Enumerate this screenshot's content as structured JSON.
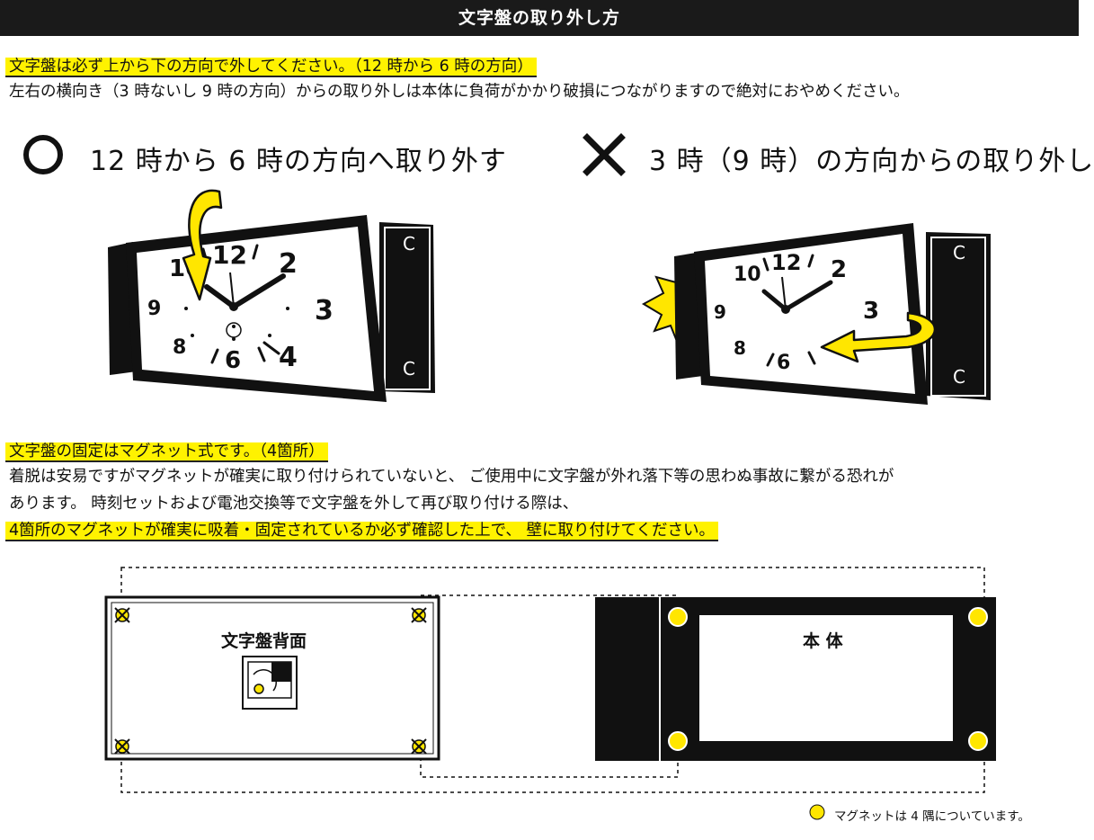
{
  "header": {
    "title": "文字盤の取り外し方"
  },
  "section1": {
    "heading": "文字盤は必ず上から下の方向で外してください。（12 時から 6 時の方向）",
    "body": "左右の横向き（3 時ないし 9 時の方向）からの取り外しは本体に負荷がかかり破損につながりますので絶対におやめください。"
  },
  "ok_example": {
    "symbol": "○",
    "label": "12 時から 6 時の方向へ取り外す"
  },
  "ng_example": {
    "symbol": "✕",
    "label": "3 時（9 時）の方向からの取り外し"
  },
  "clock": {
    "numerals": [
      "10",
      "12",
      "2",
      "9",
      "3",
      "8",
      "6",
      "4"
    ],
    "accent_color": "#ffe600"
  },
  "section2": {
    "heading": "文字盤の固定はマグネット式です。（4箇所）",
    "body_line1": "着脱は安易ですがマグネットが確実に取り付けられていないと、 ご使用中に文字盤が外れ落下等の思わぬ事故に繋がる恐れが",
    "body_line2": "あります。 時刻セットおよび電池交換等で文字盤を外して再び取り付ける際は、",
    "highlight": "4箇所のマグネットが確実に吸着・固定されているか必ず確認した上で、 壁に取り付けてください。"
  },
  "diagram": {
    "dial_back_label": "文字盤背面",
    "body_label": "本 体",
    "legend_text": "マグネットは 4 隅についています。",
    "magnet_color": "#ffe600"
  }
}
